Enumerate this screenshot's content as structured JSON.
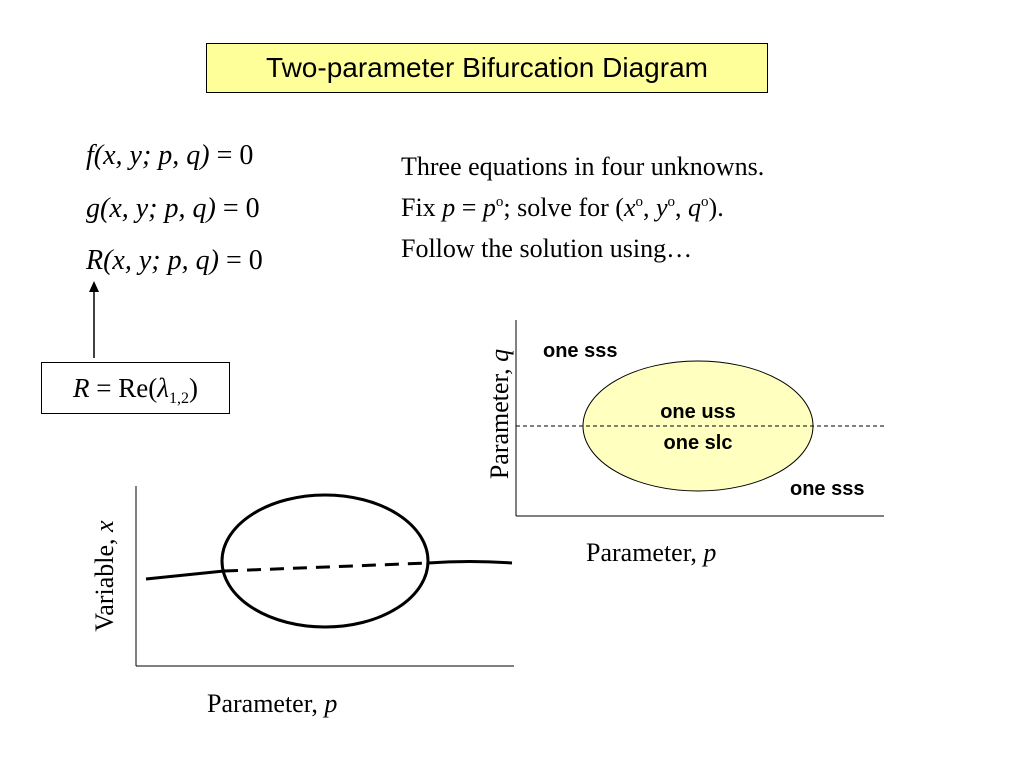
{
  "title": "Two-parameter Bifurcation Diagram",
  "equations": [
    {
      "fn": "f",
      "args": "(x, y; p, q)",
      "rhs": "= 0"
    },
    {
      "fn": "g",
      "args": "(x, y; p, q)",
      "rhs": "= 0"
    },
    {
      "fn": "R",
      "args": "(x, y; p, q)",
      "rhs": "= 0"
    }
  ],
  "intro": {
    "line1": "Three equations in four unknowns.",
    "line2_fix": "Fix ",
    "line2_p": "p",
    "line2_eq": " = ",
    "line2_p2": "p",
    "line2_sup": "o",
    "line2_mid": "; solve for (",
    "line2_x": "x",
    "line2_y": "y",
    "line2_q": "q",
    "line2_end": ").",
    "line3": "Follow the solution using…"
  },
  "r_definition": {
    "lhs": "R",
    "eq": " = Re(",
    "sym": "λ",
    "sub": "1,2",
    "close": ")"
  },
  "two_param_diagram": {
    "ylabel_text": "Parameter, ",
    "ylabel_var": "q",
    "xlabel_text": "Parameter, ",
    "xlabel_var": "p",
    "region_outside_top": "one sss",
    "region_inside_1": "one uss",
    "region_inside_2": "one slc",
    "region_outside_bottom": "one sss",
    "ellipse_fill": "#ffffc0"
  },
  "one_param_diagram": {
    "ylabel_text": "Variable, ",
    "ylabel_var": "x",
    "xlabel_text": "Parameter, ",
    "xlabel_var": "p"
  },
  "colors": {
    "title_bg": "#ffff99",
    "ellipse_fill": "#ffffc0"
  }
}
